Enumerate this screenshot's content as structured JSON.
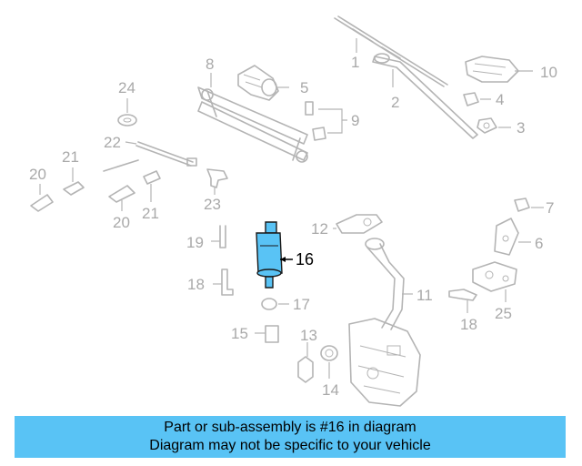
{
  "colors": {
    "banner_bg": "#59c3f5",
    "part_highlight": "#59c3f5",
    "part_gray": "#b4b4b4",
    "callout_gray": "#a9a9a9"
  },
  "callouts": [
    {
      "id": "1",
      "label": "1"
    },
    {
      "id": "2",
      "label": "2"
    },
    {
      "id": "3",
      "label": "3"
    },
    {
      "id": "4",
      "label": "4"
    },
    {
      "id": "5",
      "label": "5"
    },
    {
      "id": "6",
      "label": "6"
    },
    {
      "id": "7",
      "label": "7"
    },
    {
      "id": "8",
      "label": "8"
    },
    {
      "id": "9",
      "label": "9"
    },
    {
      "id": "10",
      "label": "10"
    },
    {
      "id": "11",
      "label": "11"
    },
    {
      "id": "12",
      "label": "12"
    },
    {
      "id": "13",
      "label": "13"
    },
    {
      "id": "14",
      "label": "14"
    },
    {
      "id": "15",
      "label": "15"
    },
    {
      "id": "16",
      "label": "16",
      "highlighted": true
    },
    {
      "id": "17",
      "label": "17"
    },
    {
      "id": "18a",
      "label": "18"
    },
    {
      "id": "18b",
      "label": "18"
    },
    {
      "id": "19",
      "label": "19"
    },
    {
      "id": "20a",
      "label": "20"
    },
    {
      "id": "20b",
      "label": "20"
    },
    {
      "id": "21a",
      "label": "21"
    },
    {
      "id": "21b",
      "label": "21"
    },
    {
      "id": "22",
      "label": "22"
    },
    {
      "id": "23",
      "label": "23"
    },
    {
      "id": "24",
      "label": "24"
    },
    {
      "id": "25",
      "label": "25"
    }
  ],
  "banner": {
    "line1": "Part or sub-assembly is #16 in diagram",
    "line2": "Diagram may not be specific to your vehicle"
  }
}
